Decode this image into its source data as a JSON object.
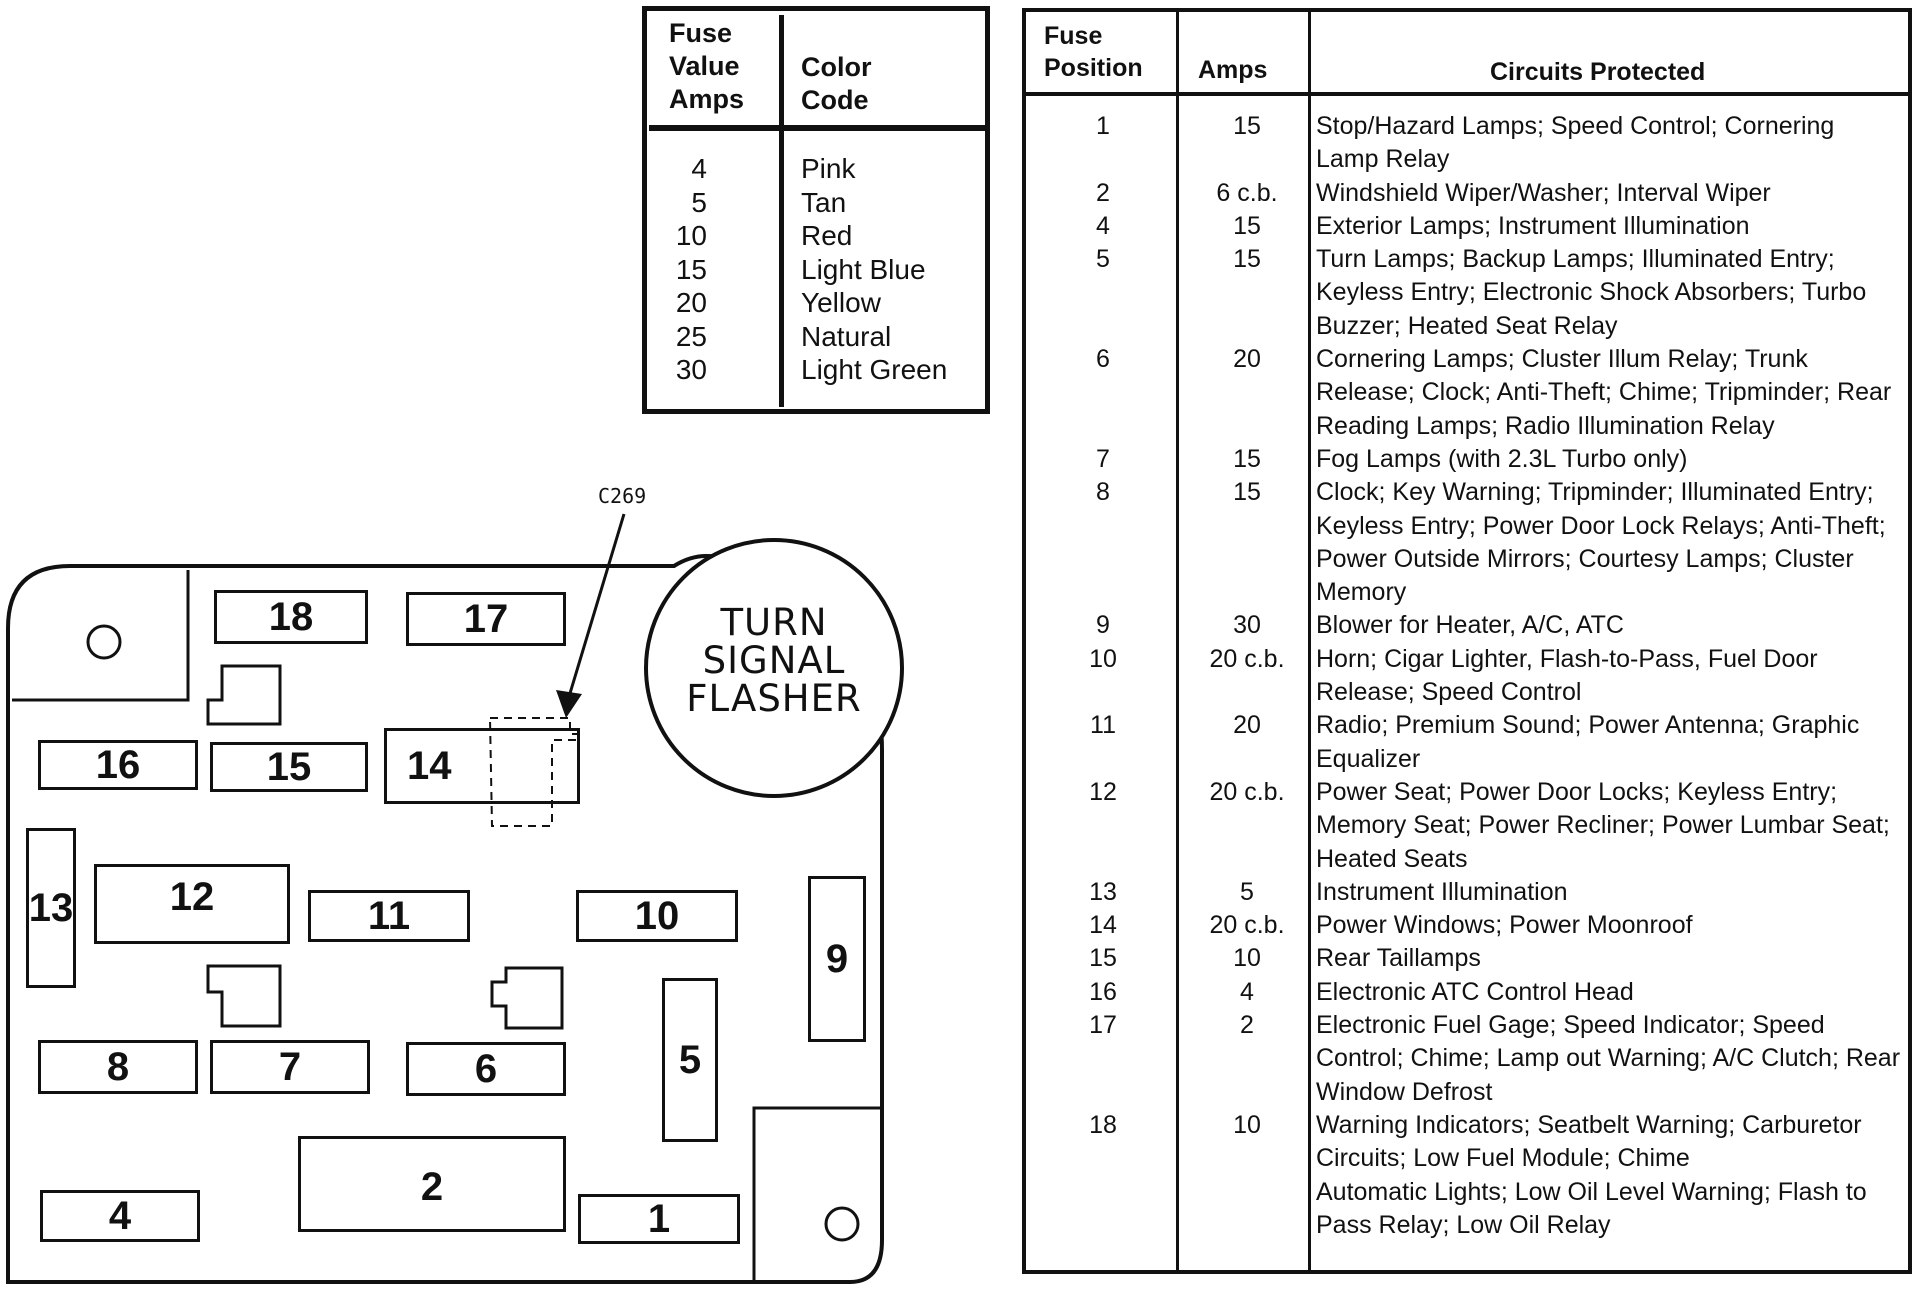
{
  "color_table": {
    "header_amps": [
      "Fuse",
      "Value",
      "Amps"
    ],
    "header_color": [
      "Color",
      "Code"
    ],
    "rows": [
      {
        "amps": "4",
        "color": "Pink"
      },
      {
        "amps": "5",
        "color": "Tan"
      },
      {
        "amps": "10",
        "color": "Red"
      },
      {
        "amps": "15",
        "color": "Light Blue"
      },
      {
        "amps": "20",
        "color": "Yellow"
      },
      {
        "amps": "25",
        "color": "Natural"
      },
      {
        "amps": "30",
        "color": "Light Green"
      }
    ]
  },
  "circuits_table": {
    "header_position": [
      "Fuse",
      "Position"
    ],
    "header_amps": "Amps",
    "header_circuits": "Circuits Protected",
    "rows": [
      {
        "pos": "1",
        "amps": "15",
        "desc": "Stop/Hazard Lamps; Speed Control; Cornering Lamp Relay"
      },
      {
        "pos": "2",
        "amps": "6 c.b.",
        "desc": "Windshield Wiper/Washer; Interval Wiper"
      },
      {
        "pos": "4",
        "amps": "15",
        "desc": "Exterior Lamps; Instrument Illumination"
      },
      {
        "pos": "5",
        "amps": "15",
        "desc": "Turn Lamps; Backup Lamps; Illuminated Entry; Keyless Entry; Electronic Shock Absorbers; Turbo Buzzer; Heated Seat Relay"
      },
      {
        "pos": "6",
        "amps": "20",
        "desc": "Cornering Lamps; Cluster Illum Relay; Trunk Release; Clock; Anti-Theft; Chime; Tripminder; Rear Reading Lamps; Radio Illumination Relay"
      },
      {
        "pos": "7",
        "amps": "15",
        "desc": "Fog Lamps (with 2.3L Turbo only)"
      },
      {
        "pos": "8",
        "amps": "15",
        "desc": "Clock; Key Warning; Tripminder; Illuminated Entry; Keyless Entry; Power Door Lock Relays; Anti-Theft; Power Outside Mirrors; Courtesy Lamps; Cluster Memory"
      },
      {
        "pos": "9",
        "amps": "30",
        "desc": "Blower for Heater, A/C, ATC"
      },
      {
        "pos": "10",
        "amps": "20 c.b.",
        "desc": "Horn; Cigar Lighter, Flash-to-Pass, Fuel Door Release; Speed Control"
      },
      {
        "pos": "11",
        "amps": "20",
        "desc": "Radio; Premium Sound; Power Antenna; Graphic Equalizer"
      },
      {
        "pos": "12",
        "amps": "20 c.b.",
        "desc": "Power Seat; Power Door Locks; Keyless Entry; Memory Seat; Power Recliner; Power Lumbar Seat; Heated Seats"
      },
      {
        "pos": "13",
        "amps": "5",
        "desc": "Instrument Illumination"
      },
      {
        "pos": "14",
        "amps": "20 c.b.",
        "desc": "Power Windows; Power Moonroof"
      },
      {
        "pos": "15",
        "amps": "10",
        "desc": "Rear Taillamps"
      },
      {
        "pos": "16",
        "amps": "4",
        "desc": "Electronic ATC Control Head"
      },
      {
        "pos": "17",
        "amps": "2",
        "desc": "Electronic Fuel Gage; Speed Indicator; Speed Control; Chime; Lamp out Warning; A/C Clutch; Rear Window Defrost"
      },
      {
        "pos": "18",
        "amps": "10",
        "desc": "Warning Indicators; Seatbelt Warning; Carburetor Circuits; Low Fuel Module; Chime"
      },
      {
        "pos": "",
        "amps": "",
        "desc": "Automatic Lights; Low Oil Level Warning; Flash to Pass Relay; Low Oil Relay"
      }
    ]
  },
  "diagram": {
    "connector_label": "C269",
    "flasher_label": [
      "TURN",
      "SIGNAL",
      "FLASHER"
    ],
    "fuses": {
      "f1": "1",
      "f2": "2",
      "f4": "4",
      "f5": "5",
      "f6": "6",
      "f7": "7",
      "f8": "8",
      "f9": "9",
      "f10": "10",
      "f11": "11",
      "f12": "12",
      "f13": "13",
      "f14": "14",
      "f15": "15",
      "f16": "16",
      "f17": "17",
      "f18": "18"
    }
  }
}
